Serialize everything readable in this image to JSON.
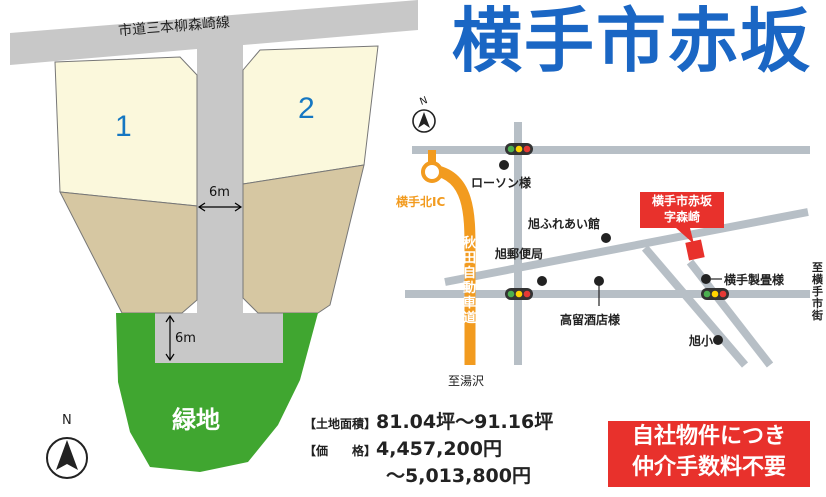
{
  "header": {
    "title": "横手市赤坂"
  },
  "site_plan": {
    "road_label": "市道三本柳森崎線",
    "lot_1": "1",
    "lot_2": "2",
    "width_upper": "6m",
    "width_lower": "6m",
    "green_label": "緑地",
    "north_label": "N"
  },
  "area_map": {
    "north_label": "N",
    "ic_label": "横手北IC",
    "expressway_label": "秋田自動車道",
    "to_yuzawa": "至湯沢",
    "to_yokote": "至横手市街",
    "property_label_line1": "横手市赤坂",
    "property_label_line2": "字森崎",
    "landmarks": {
      "lawson": "ローソン様",
      "asahi_hall": "旭ふれあい館",
      "post_office": "旭郵便局",
      "takadome": "高留酒店様",
      "yokote_tatami": "横手製畳様",
      "asahi_school": "旭小"
    }
  },
  "info": {
    "area_label": "【土地面積】",
    "area_value": "81.04坪〜91.16坪",
    "price_label": "【価　　格】",
    "price_value_1": "4,457,200円",
    "price_value_2": "〜5,013,800円"
  },
  "badge": {
    "line1": "自社物件につき",
    "line2": "仲介手数料不要"
  },
  "colors": {
    "title": "#1a66c4",
    "lot_blue": "#1577c2",
    "lot_top": "#fbf8dc",
    "lot_bottom": "#d6c7a2",
    "green_area": "#40a630",
    "road": "#c8c8c8",
    "map_road": "#b7bfc6",
    "expressway": "#f29b1f",
    "property_red": "#e8312c"
  }
}
